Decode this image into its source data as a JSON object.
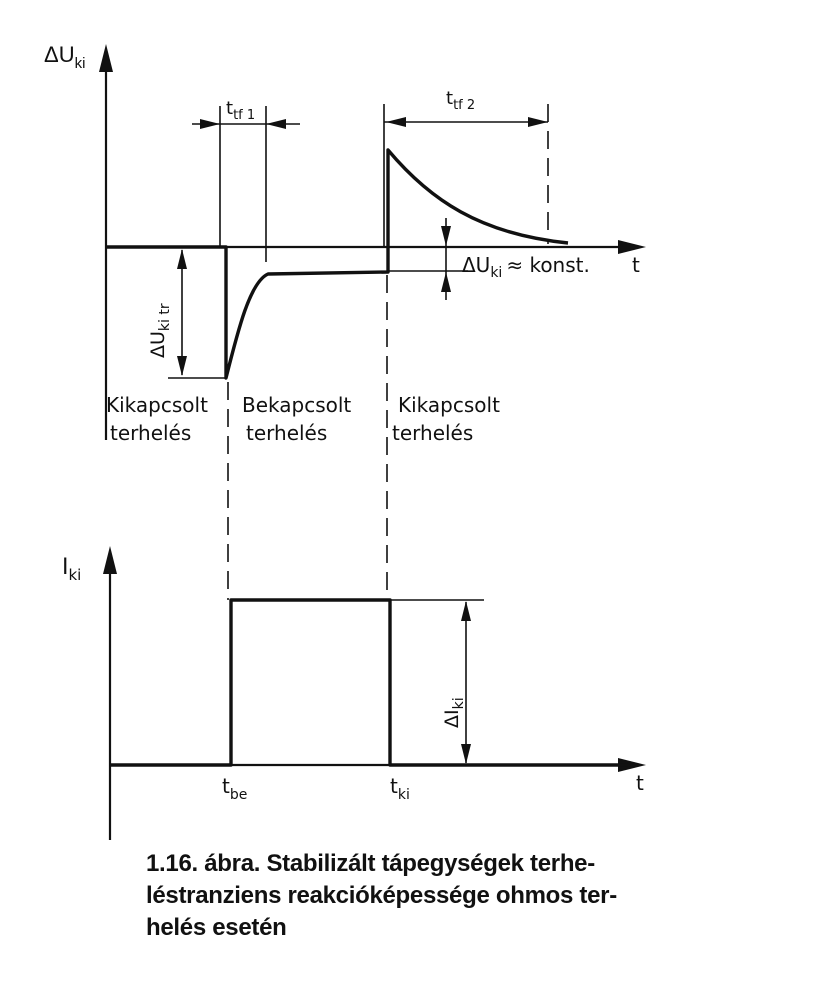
{
  "top_diagram": {
    "y_axis_label": "ΔU",
    "y_axis_sub": "ki",
    "x_axis_label": "t",
    "recovery_time_1": "t",
    "recovery_time_1_sub": "tf 1",
    "recovery_time_2": "t",
    "recovery_time_2_sub": "tf 2",
    "transient_dip": "ΔU",
    "transient_dip_sub": "ki tr",
    "steady_offset_main": "ΔU",
    "steady_offset_sub": "ki",
    "steady_offset_rest": "≈ konst.",
    "state_1_line1": "Kikapcsolt",
    "state_1_line2": "terhelés",
    "state_2_line1": "Bekapcsolt",
    "state_2_line2": "terhelés",
    "state_3_line1": "Kikapcsolt",
    "state_3_line2": "terhelés"
  },
  "bottom_diagram": {
    "y_axis_label": "I",
    "y_axis_sub": "ki",
    "x_axis_label": "t",
    "current_step": "ΔI",
    "current_step_sub": "ki",
    "switch_on_time": "t",
    "switch_on_sub": "be",
    "switch_off_time": "t",
    "switch_off_sub": "ki"
  },
  "caption": {
    "line1": "1.16. ábra. Stabilizált tápegységek terhe-",
    "line2": "léstranziens reakcióképessége ohmos ter-",
    "line3": "helés esetén"
  }
}
